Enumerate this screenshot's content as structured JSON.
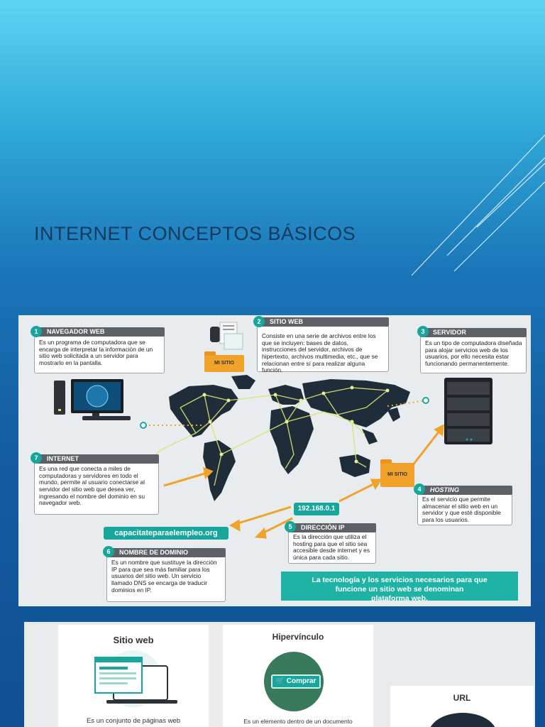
{
  "slide": {
    "title": "INTERNET CONCEPTOS BÁSICOS"
  },
  "infographic": {
    "cards": {
      "navegador": {
        "num": "1",
        "title": "NAVEGADOR WEB",
        "text": "Es un programa de computadora que se encarga de interpretar la información de un sitio web solicitada a un servidor para mostrarlo en la pantalla."
      },
      "sitio": {
        "num": "2",
        "title": "SITIO WEB",
        "text": "Consiste en una serie de archivos entre los que se incluyen: bases de datos, instrucciones del servidor, archivos de hipertexto, archivos multimedia, etc., que se relacionan entre sí para realizar alguna función."
      },
      "servidor": {
        "num": "3",
        "title": "SERVIDOR",
        "text": "Es un tipo de computadora diseñada para alojar servicios web de los usuarios, por ello necesita estar funcionando permanentemente."
      },
      "hosting": {
        "num": "4",
        "title": "HOSTING",
        "text": "Es el servicio que permite almacenar el sitio web en un servidor y que esté disponible para los usuarios."
      },
      "direccion": {
        "num": "5",
        "title": "DIRECCIÓN IP",
        "text": "Es la dirección que utiliza el hosting para que el sitio sea accesible desde internet y es única para cada sitio."
      },
      "dominio": {
        "num": "6",
        "title": "NOMBRE DE DOMINIO",
        "text": "Es un nombre que sustituye la dirección IP para que sea más familiar para los usuarios del sitio web. Un servicio llamado DNS se encarga de traducir dominios en IP."
      },
      "internet": {
        "num": "7",
        "title": "INTERNET",
        "text": "Es una red que conecta a miles de computadoras y servidores en todo el mundo, permite al usuario conectarse al servidor del sitio web que desea ver, ingresando el nombre del dominio en su navegador web."
      }
    },
    "folder_label_1": "MI SITIO",
    "folder_label_2": "MI SITIO",
    "ip_pill": "192.168.0.1",
    "domain_pill": "capacitateparaelempleo.org",
    "banner_line1": "La tecnología y los servicios necesarios para que",
    "banner_line2": "funcione un sitio web se denominan",
    "banner_line3": "plataforma web."
  },
  "bottom": {
    "card1": {
      "title": "Sitio web",
      "text": "Es un conjunto de páginas web"
    },
    "card2": {
      "title": "Hipervínculo",
      "button": "Comprar",
      "text": "Es un elemento dentro de un documento"
    },
    "card3": {
      "title": "URL"
    }
  },
  "colors": {
    "teal": "#17a69c",
    "orange": "#f0a22a",
    "map": "#1f2d3a",
    "grey_head": "#5b6167"
  },
  "icons": [
    "computer-icon",
    "server-icon",
    "database-icon",
    "folder-icon",
    "cart-icon",
    "browser-window-icon"
  ]
}
